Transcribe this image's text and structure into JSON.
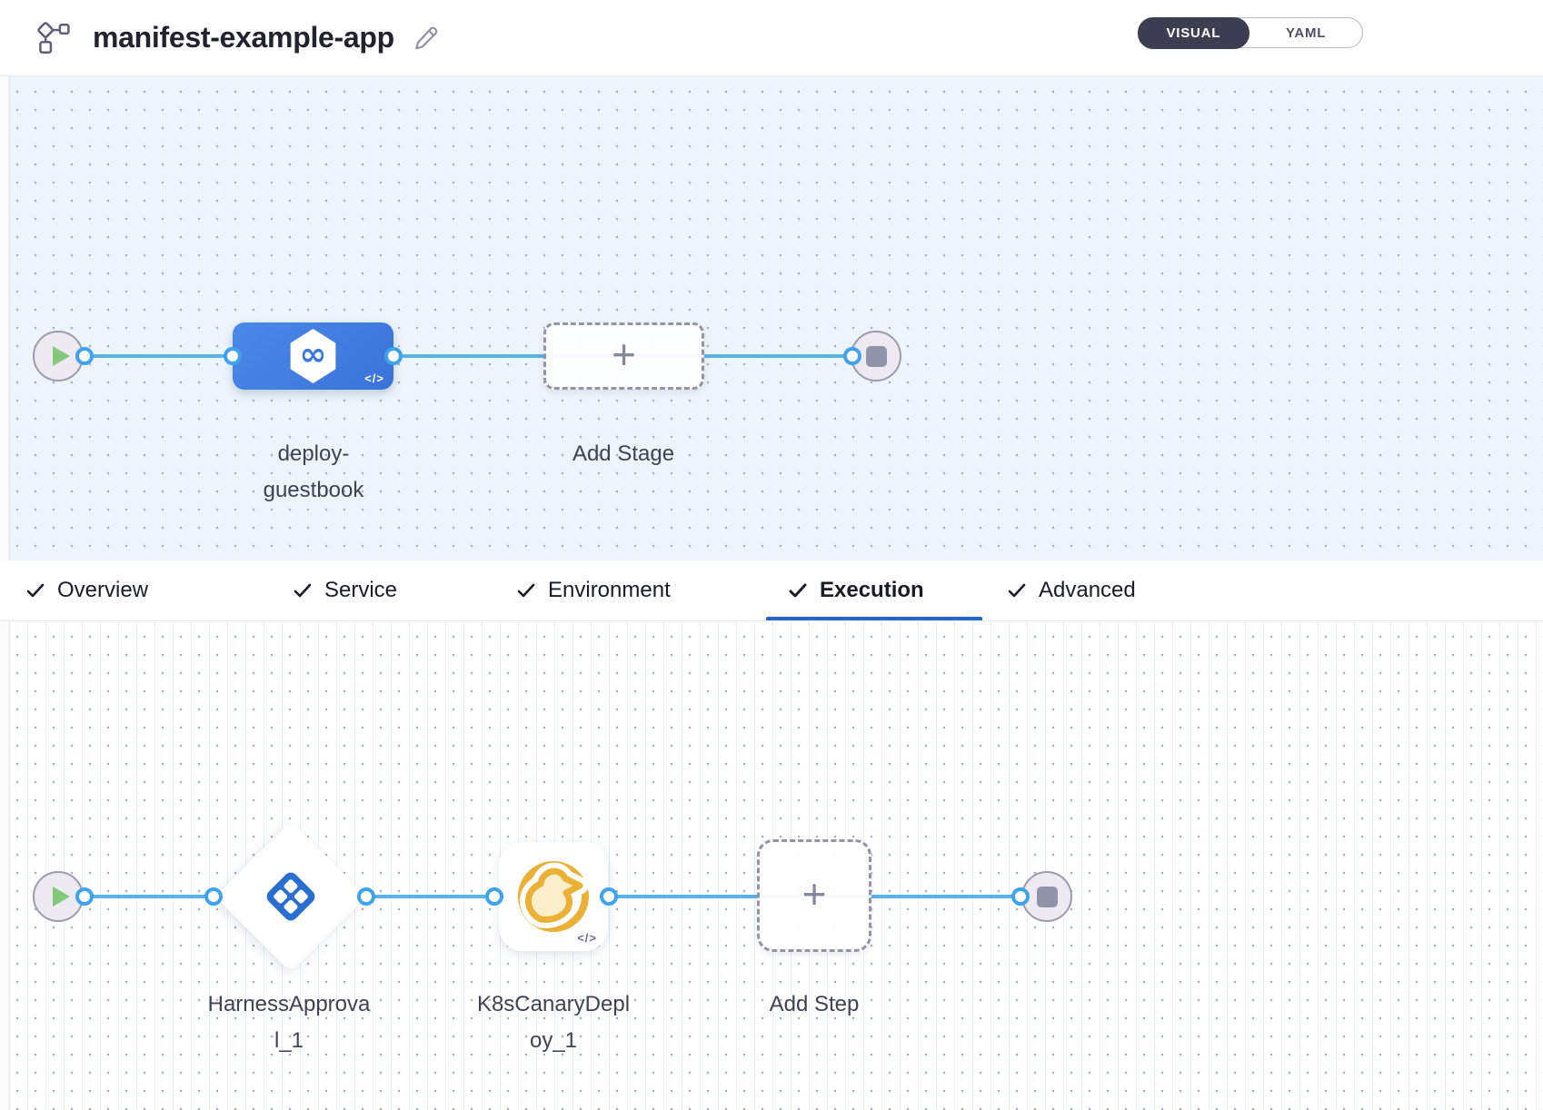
{
  "header": {
    "title": "manifest-example-app",
    "view_toggle": {
      "options": [
        "VISUAL",
        "YAML"
      ],
      "selected": "VISUAL"
    }
  },
  "stage_pipeline": {
    "stages": [
      {
        "type": "start",
        "icon": "play-icon"
      },
      {
        "type": "deploy-stage",
        "label": "deploy-guestbook",
        "icon": "cd-infinity-hexagon-icon",
        "code_badge": "</>"
      },
      {
        "type": "add-stage",
        "label": "Add Stage",
        "icon": "plus-icon"
      },
      {
        "type": "end",
        "icon": "stop-icon"
      }
    ]
  },
  "stage_tabs": {
    "active": "Execution",
    "items": [
      {
        "label": "Overview",
        "checked": true
      },
      {
        "label": "Service",
        "checked": true
      },
      {
        "label": "Environment",
        "checked": true
      },
      {
        "label": "Execution",
        "checked": true
      },
      {
        "label": "Advanced",
        "checked": true
      }
    ]
  },
  "execution_pipeline": {
    "steps": [
      {
        "type": "start",
        "icon": "play-icon"
      },
      {
        "type": "approval-step",
        "label": "HarnessApproval_1",
        "icon": "harness-approval-icon"
      },
      {
        "type": "deploy-step",
        "label": "K8sCanaryDeploy_1",
        "icon": "canary-bird-icon",
        "code_badge": "</>"
      },
      {
        "type": "add-step",
        "label": "Add Step",
        "icon": "plus-icon"
      },
      {
        "type": "end",
        "icon": "stop-icon"
      }
    ]
  },
  "colors": {
    "accent_blue": "#2765c8",
    "link_blue": "#5ab2e8",
    "connector_ring": "#3fa3eb",
    "stage_blue_start": "#4b89e8",
    "stage_blue_end": "#3a72d9",
    "play_green": "#82c97a",
    "canary_amber": "#eab136",
    "approval_blue": "#2b6ed2",
    "toggle_dark": "#3d3e51",
    "node_gray": "#9193a8",
    "text_dark": "#22232e",
    "label_gray": "#3f4253",
    "canvas_blue_bg": "#edf5fa",
    "dot_gray": "#a9afbb",
    "grid_line_blue": "#e5eef8"
  }
}
